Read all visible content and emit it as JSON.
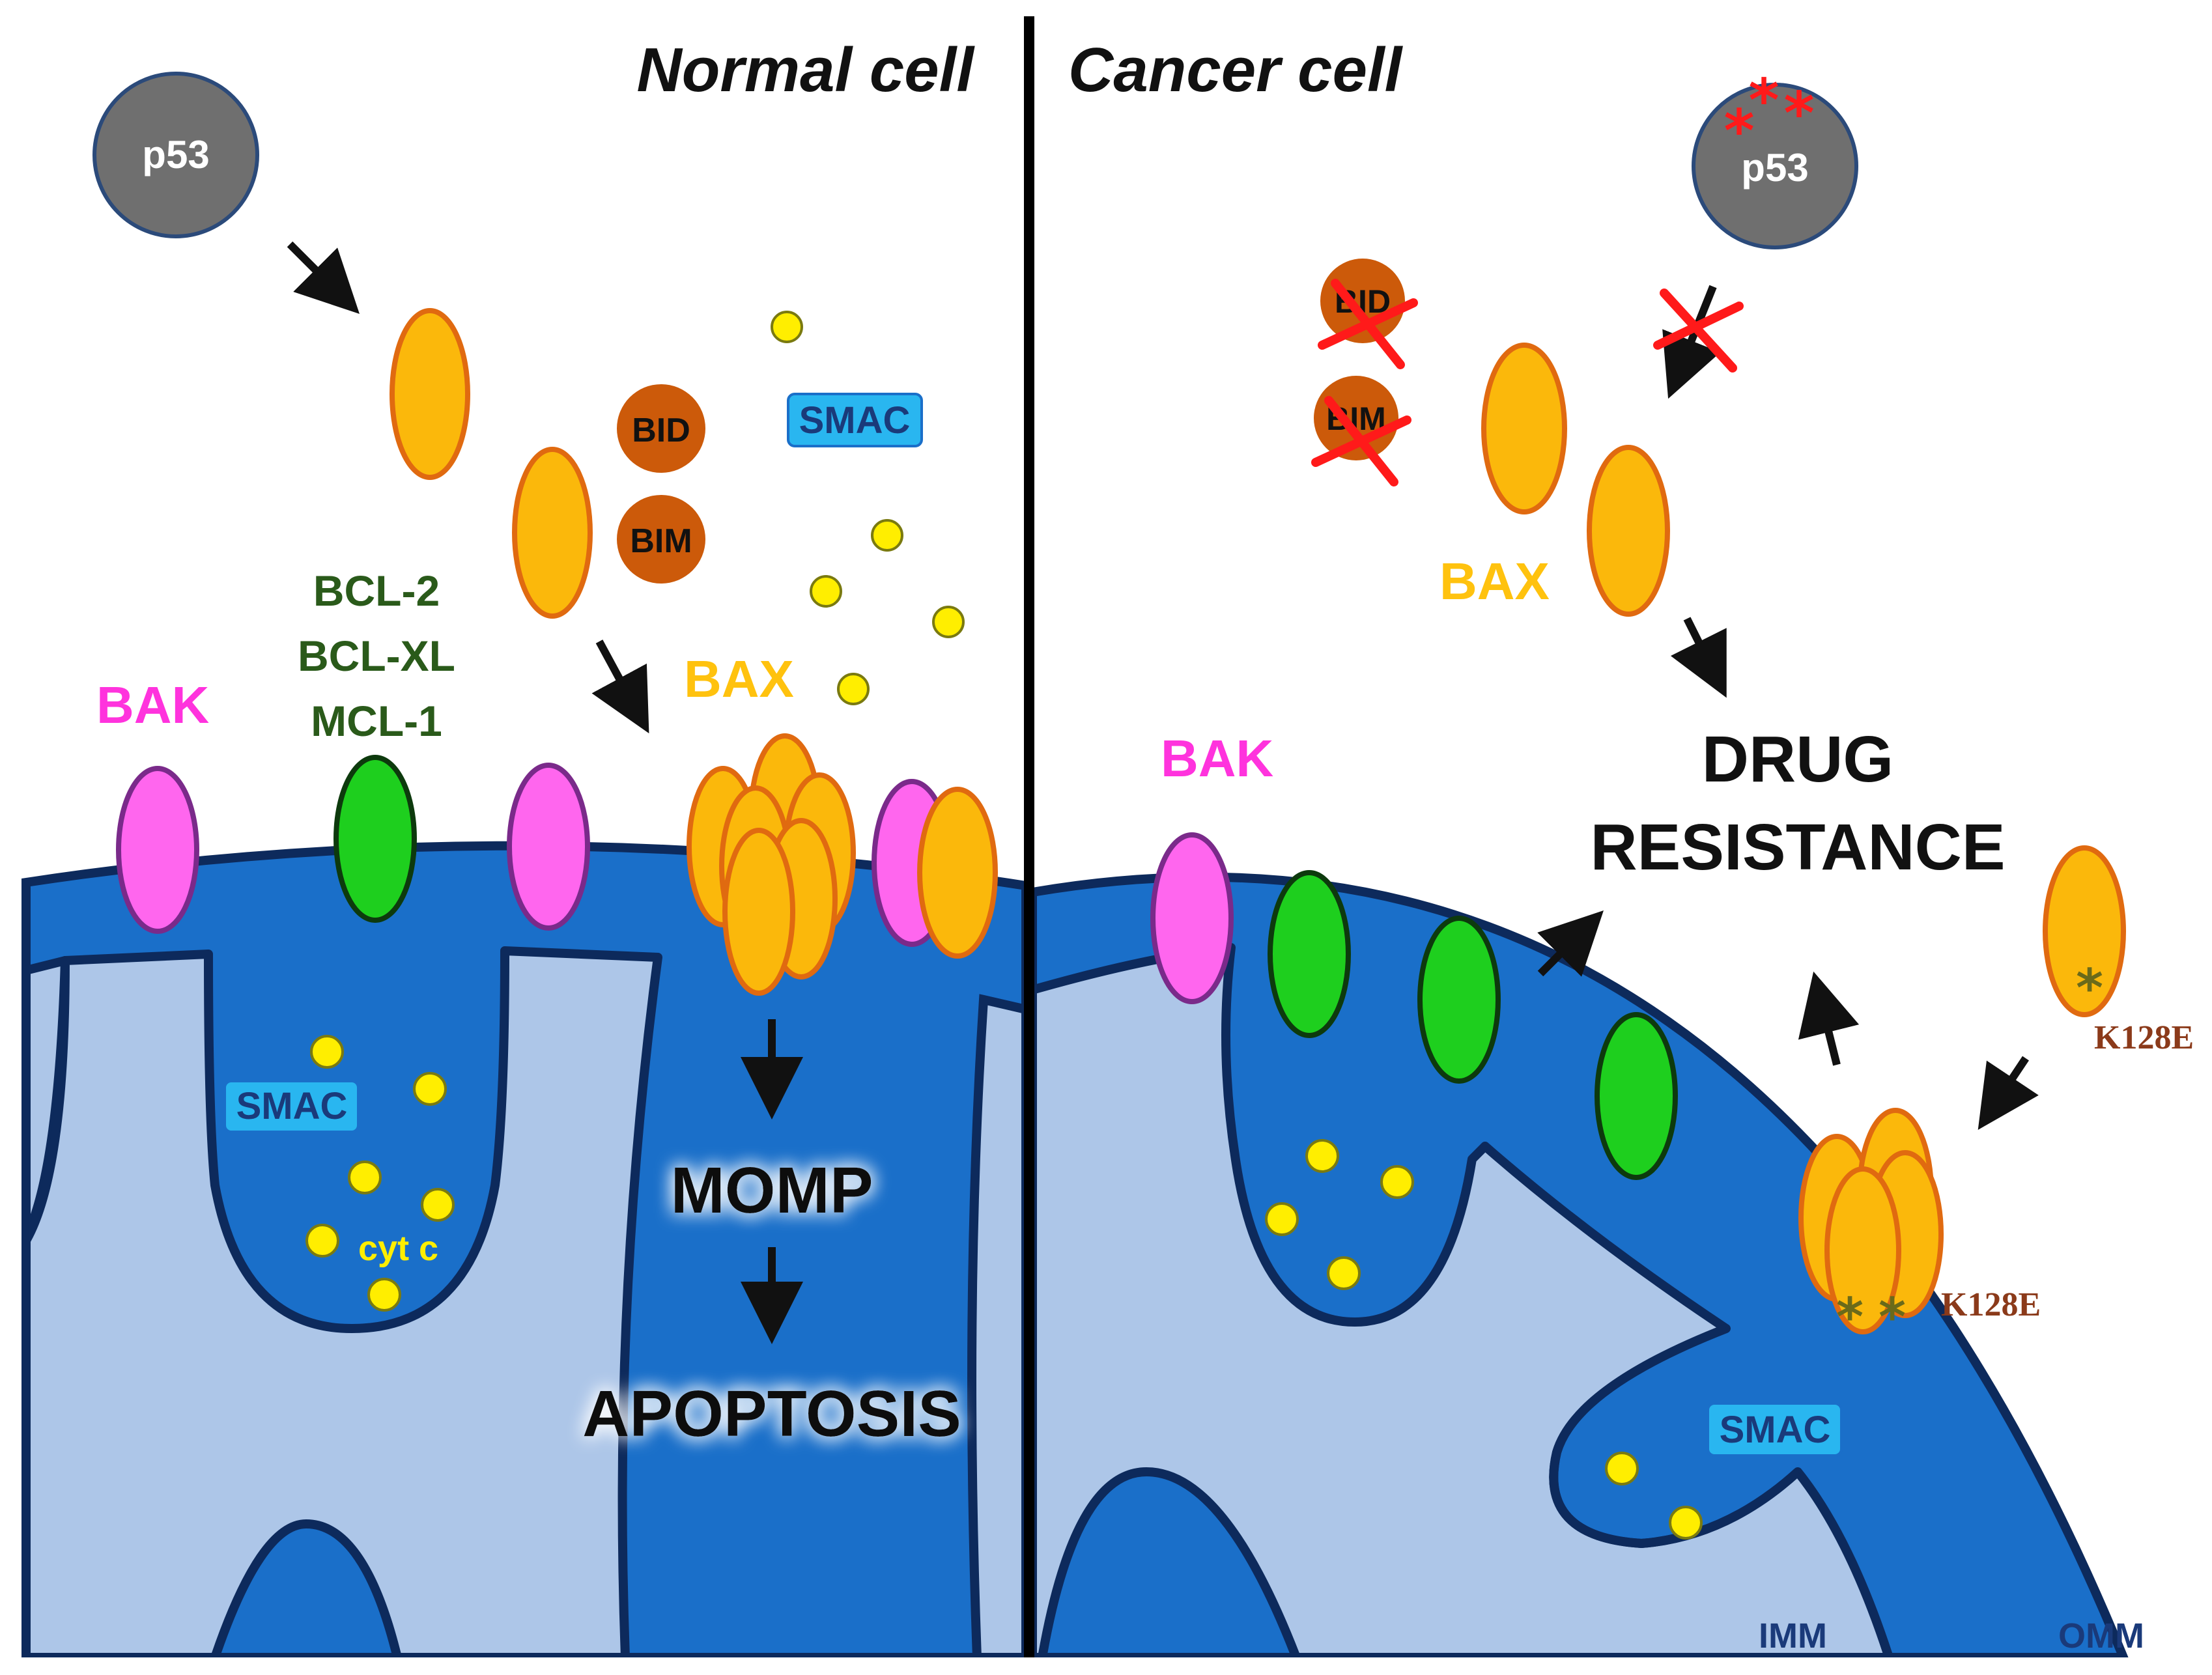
{
  "panels": {
    "normal_title": "Normal cell",
    "cancer_title": "Cancer cell"
  },
  "normal": {
    "p53": "p53",
    "bid": "BID",
    "bim": "BIM",
    "smac_outside": "SMAC",
    "smac_inside": "SMAC",
    "bak": "BAK",
    "bcl2": "BCL-2",
    "bclxl": "BCL-XL",
    "mcl1": "MCL-1",
    "bax": "BAX",
    "cytc": "cyt c",
    "momp": "MOMP",
    "apoptosis": "APOPTOSIS"
  },
  "cancer": {
    "p53": "p53",
    "bid": "BID",
    "bim": "BIM",
    "bax": "BAX",
    "bak": "BAK",
    "drug": "DRUG",
    "resistance": "RESISTANCE",
    "k128e_single": "K128E",
    "k128e_pore": "K128E",
    "smac": "SMAC",
    "imm": "IMM",
    "omm": "OMM"
  },
  "colors": {
    "membrane": "#1a6fc9",
    "membrane_edge": "#0d2a5c",
    "matrix": "#adc6e8",
    "bax": "#fbb80b",
    "bax_edge": "#e06a10",
    "bak": "#ff66ee",
    "bak_edge": "#7a2a8a",
    "bcl2": "#1ecf1e",
    "bcl2_edge": "#0d3a0d",
    "bh3": "#cc5a0a",
    "p53": "#6f6f6f",
    "smac_dot": "#ffee00",
    "smac_box": "#29b6f0",
    "red": "#ff1a1a",
    "bak_label": "#ff33dd",
    "bcl_label": "#2a5a1a",
    "bax_label": "#ffc20e",
    "k128e_label": "#8b3a1a"
  },
  "icons": [
    "arrow-icon",
    "red-x-icon",
    "mutation-asterisk-icon"
  ]
}
